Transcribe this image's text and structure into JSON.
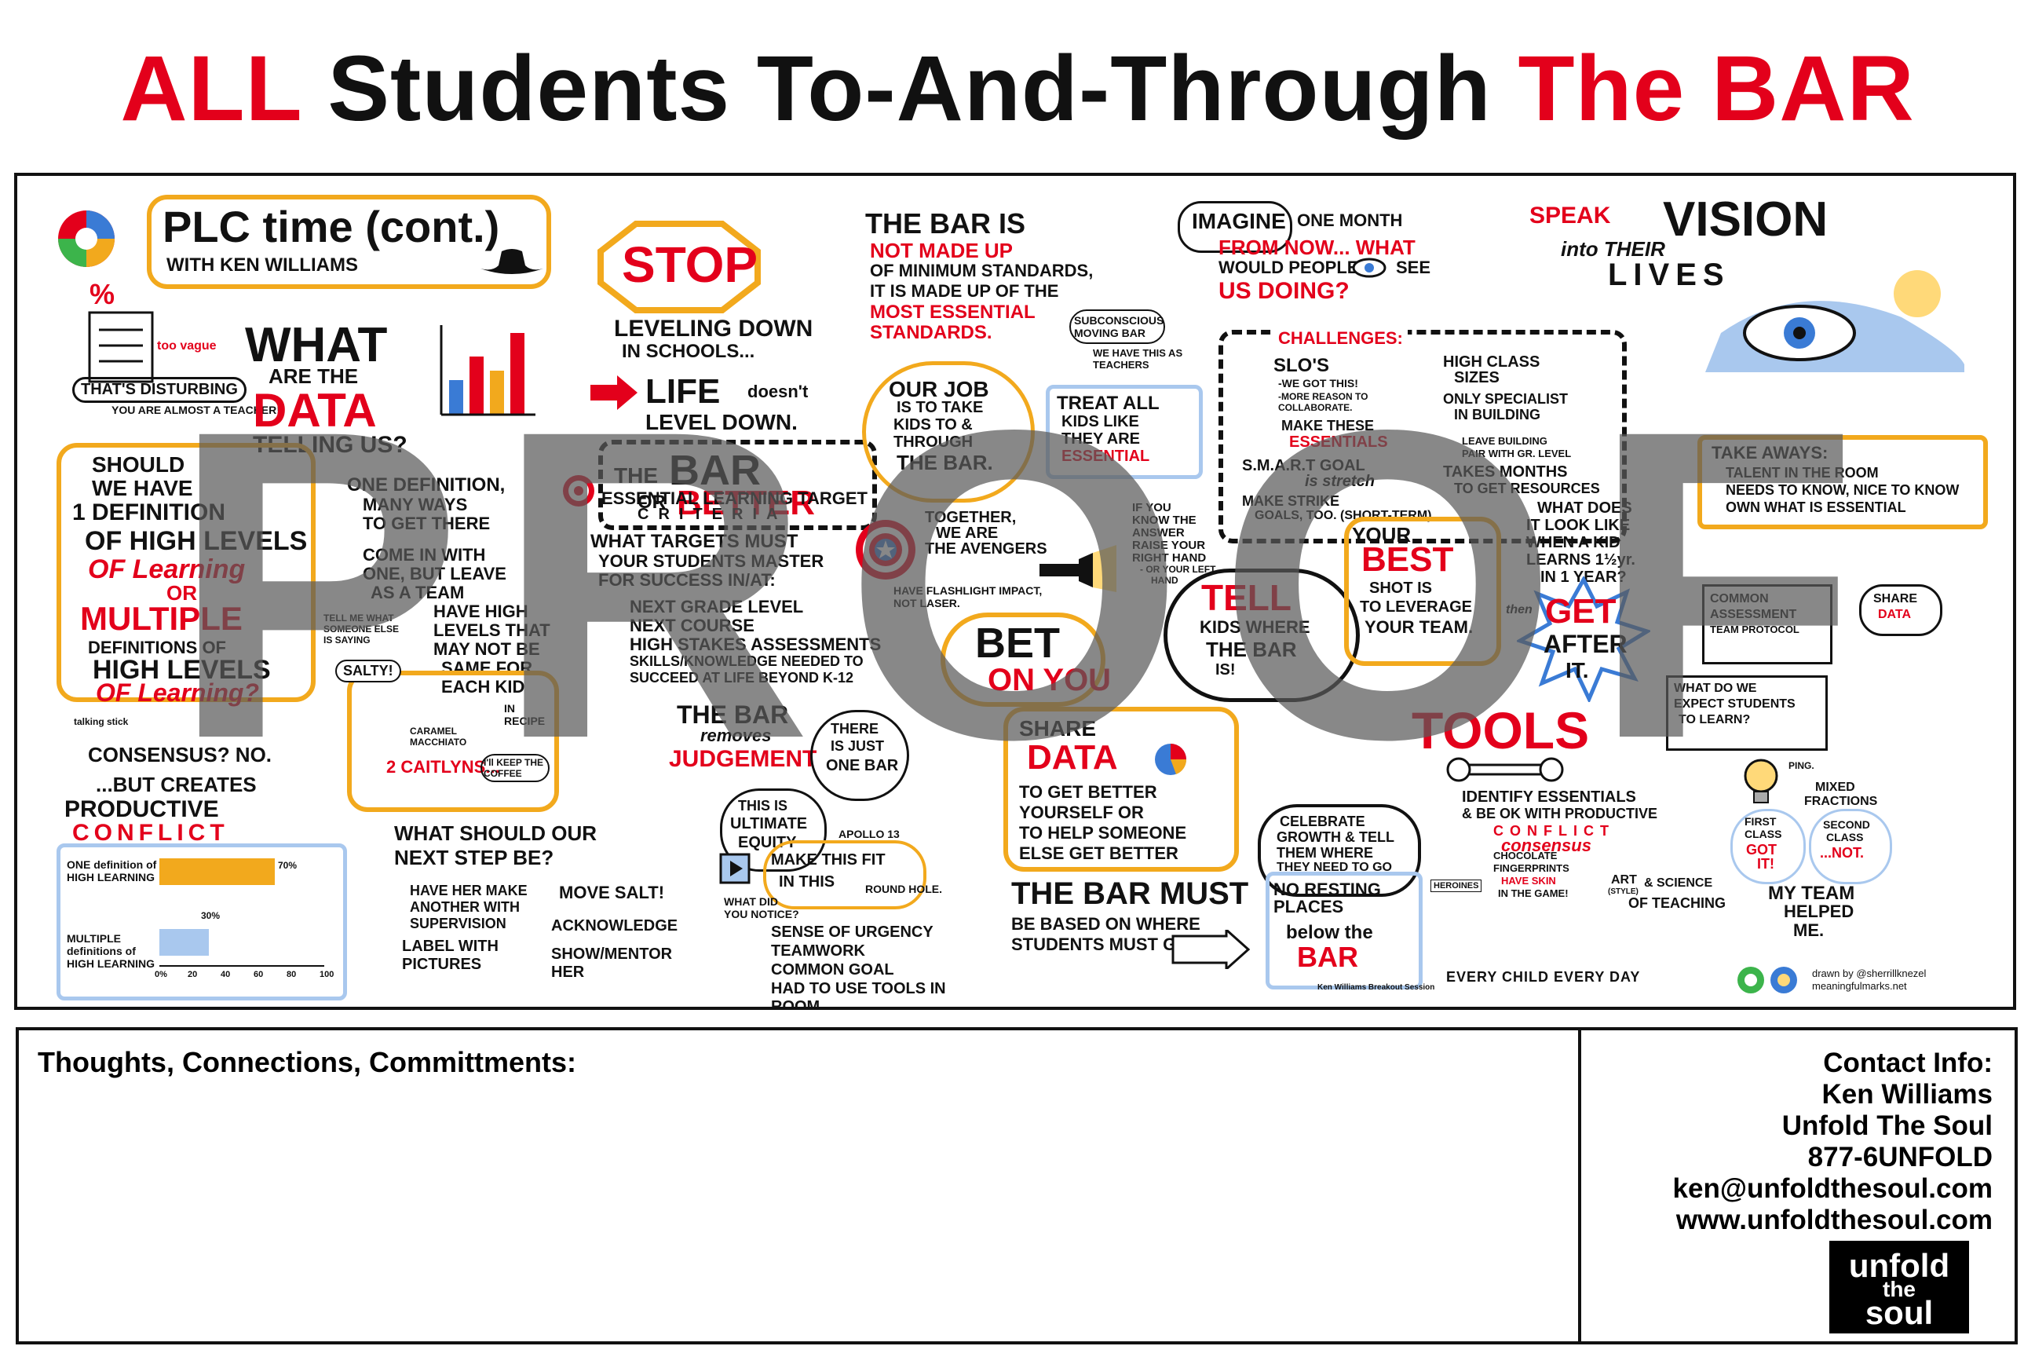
{
  "title": {
    "part1": "ALL",
    "part2": " Students To-And-Through ",
    "part3": "The BAR"
  },
  "poster": {
    "plc_title": "PLC time (cont.)",
    "plc_with": "WITH KEN WILLIAMS",
    "percent": "%",
    "too_vague": "too vague",
    "thats_disturbing": "THAT'S DISTURBING",
    "almost_teacher": "YOU ARE ALMOST A TEACHER!",
    "what_data": [
      "WHAT",
      "ARE THE",
      "DATA",
      "TELLING US?"
    ],
    "should_have": [
      "SHOULD",
      "WE HAVE",
      "1 DEFINITION",
      "OF HIGH LEVELS",
      "OF Learning",
      "OR",
      "MULTIPLE",
      "DEFINITIONS OF",
      "HIGH LEVELS",
      "OF Learning?"
    ],
    "one_definition": [
      "ONE DEFINITION,",
      "MANY WAYS",
      "TO GET THERE"
    ],
    "come_in": [
      "COME IN WITH",
      "ONE, BUT LEAVE",
      "AS A TEAM"
    ],
    "have_high": [
      "HAVE HIGH",
      "LEVELS THAT",
      "MAY NOT BE",
      "SAME FOR",
      "EACH KID"
    ],
    "tell_me": "TELL ME WHAT SOMEONE ELSE IS SAYING",
    "salty": "SALTY!",
    "caramel": "CARAMEL MACCHIATO",
    "in_recipe": "IN RECIPE",
    "two_caitlyns": "2 CAITLYNS...",
    "keep_coffee": "I'll KEEP THE COFFEE",
    "talking_stick": "talking stick",
    "consensus": "CONSENSUS? NO.",
    "but_creates": "...BUT CREATES",
    "productive": "PRODUCTIVE",
    "conflict": "CONFLICT",
    "chart_one": "ONE definition of HIGH LEARNING",
    "chart_multiple": "MULTIPLE definitions of HIGH LEARNING",
    "chart_ticks": [
      "0%",
      "20",
      "40",
      "60",
      "80",
      "100"
    ],
    "what_next": "WHAT SHOULD OUR NEXT STEP BE?",
    "next_steps": [
      "HAVE HER MAKE ANOTHER WITH SUPERVISION",
      "MOVE SALT!",
      "LABEL WITH PICTURES",
      "ACKNOWLEDGE",
      "SHOW/MENTOR HER"
    ],
    "stop": "STOP",
    "leveling": [
      "LEVELING DOWN",
      "IN SCHOOLS..."
    ],
    "life": [
      "LIFE",
      "doesn't",
      "LEVEL DOWN."
    ],
    "bar_or_better": [
      "THE",
      "BAR",
      "OR",
      "BETTER"
    ],
    "elt": [
      "ESSENTIAL LEARNING TARGET",
      "CRITERIA"
    ],
    "what_targets": [
      "WHAT TARGETS MUST",
      "YOUR STUDENTS MASTER",
      "FOR SUCCESS IN/AT:"
    ],
    "targets_list": [
      "NEXT GRADE LEVEL",
      "NEXT COURSE",
      "HIGH STAKES ASSESSMENTS",
      "SKILLS/KNOWLEDGE NEEDED TO SUCCEED AT LIFE BEYOND K-12"
    ],
    "bar_removes": [
      "THE BAR",
      "removes",
      "JUDGEMENT"
    ],
    "one_bar": [
      "THERE",
      "IS JUST",
      "ONE BAR"
    ],
    "ultimate": [
      "THIS IS",
      "ULTIMATE",
      "EQUITY"
    ],
    "apollo": "APOLLO 13",
    "make_fit": [
      "MAKE THIS FIT",
      "IN THIS"
    ],
    "round_hole": "ROUND HOLE.",
    "what_notice": "WHAT DID YOU NOTICE?",
    "notice_list": [
      "SENSE OF URGENCY",
      "TEAMWORK",
      "COMMON GOAL",
      "HAD TO USE TOOLS IN ROOM"
    ],
    "bar_is": [
      "THE BAR IS",
      "NOT MADE UP",
      "OF MINIMUM STANDARDS,",
      "IT IS MADE UP OF THE",
      "MOST ESSENTIAL",
      "STANDARDS."
    ],
    "subconscious": "SUBCONSCIOUS MOVING BAR",
    "we_have_this": "WE HAVE THIS AS TEACHERS",
    "our_job": [
      "OUR JOB",
      "IS TO TAKE",
      "KIDS TO &",
      "THROUGH",
      "THE BAR."
    ],
    "treat_all": [
      "TREAT ALL",
      "KIDS LIKE",
      "THEY ARE",
      "ESSENTIAL"
    ],
    "avengers": [
      "TOGETHER,",
      "WE ARE",
      "THE AVENGERS"
    ],
    "flashlight": "HAVE FLASHLIGHT IMPACT, NOT LASER.",
    "bet": [
      "BET",
      "ON YOU"
    ],
    "if_you_know": [
      "IF YOU",
      "KNOW THE",
      "ANSWER",
      "RAISE YOUR",
      "RIGHT HAND",
      "- OR YOUR LEFT",
      "HAND"
    ],
    "share_data": [
      "SHARE",
      "DATA",
      "TO GET BETTER",
      "YOURSELF OR",
      "TO HELP SOMEONE",
      "ELSE GET BETTER"
    ],
    "bar_must": [
      "THE BAR MUST",
      "BE BASED ON WHERE",
      "STUDENTS MUST GO"
    ],
    "imagine": [
      "IMAGINE",
      "ONE MONTH",
      "FROM NOW... WHAT",
      "WOULD PEOPLE",
      "SEE",
      "US DOING?"
    ],
    "challenges": "CHALLENGES:",
    "ch_left": [
      "SLO'S",
      "-WE GOT THIS!",
      "-MORE REASON TO COLLABORATE.",
      "MAKE THESE",
      "ESSENTIALS",
      "S.M.A.R.T GOAL",
      "is stretch",
      "MAKE STRIKE",
      "GOALS, TOO. (SHORT-TERM)"
    ],
    "ch_right": [
      "HIGH CLASS",
      "SIZES",
      "ONLY SPECIALIST",
      "IN BUILDING",
      "LEAVE BUILDING",
      "PAIR WITH GR. LEVEL",
      "TAKES MONTHS",
      "TO GET RESOURCES"
    ],
    "tell_kids": [
      "TELL",
      "KIDS WHERE",
      "THE BAR",
      "IS!"
    ],
    "your_best": [
      "YOUR",
      "BEST",
      "SHOT IS",
      "TO LEVERAGE",
      "YOUR TEAM."
    ],
    "what_does": [
      "WHAT DOES",
      "IT LOOK LIKE",
      "WHEN A KID",
      "LEARNS 1½yr.",
      "IN 1 YEAR?"
    ],
    "then_get": [
      "then",
      "GET",
      "AFTER",
      "IT."
    ],
    "tools": "TOOLS",
    "identify": [
      "IDENTIFY ESSENTIALS",
      "& BE OK WITH PRODUCTIVE",
      "CONFLICT",
      "consensus"
    ],
    "celebrate": [
      "CELEBRATE",
      "GROWTH & TELL",
      "THEM WHERE",
      "THEY NEED TO GO"
    ],
    "no_resting": [
      "NO RESTING",
      "PLACES",
      "below the",
      "BAR"
    ],
    "chocolate": [
      "CHOCOLATE",
      "FINGERPRINTS",
      "HAVE SKIN",
      "IN THE GAME!"
    ],
    "heroines": "HEROINES",
    "art_science": [
      "ART",
      "(STYLE)",
      "& SCIENCE",
      "OF TEACHING"
    ],
    "every_child": "EVERY CHILD EVERY DAY",
    "ken_session": "Ken Williams Breakout Session",
    "speak_vision": [
      "SPEAK",
      "VISION",
      "into THEIR",
      "LIVES"
    ],
    "takeaways": [
      "TAKE AWAYS:",
      "TALENT IN THE ROOM",
      "NEEDS TO KNOW, NICE TO KNOW",
      "OWN WHAT IS ESSENTIAL"
    ],
    "common_assess": [
      "COMMON",
      "ASSESSMENT",
      "TEAM PROTOCOL"
    ],
    "share_data_small": [
      "SHARE",
      "DATA"
    ],
    "what_do_we": [
      "WHAT DO WE",
      "EXPECT STUDENTS",
      "TO LEARN?"
    ],
    "ping": "PING.",
    "mixed": [
      "MIXED",
      "FRACTIONS"
    ],
    "first_class": [
      "FIRST",
      "CLASS",
      "GOT",
      "IT!"
    ],
    "second_class": [
      "SECOND",
      "CLASS",
      "...NOT."
    ],
    "my_team": [
      "MY TEAM",
      "HELPED",
      "ME."
    ],
    "drawn_by": [
      "drawn by @sherrillknezel",
      "meaningfulmarks.net"
    ],
    "proof": "PROOF"
  },
  "thoughts_label": "Thoughts, Connections, Committments:",
  "contact": {
    "heading": "Contact Info:",
    "lines": [
      "Ken Williams",
      "Unfold The Soul",
      "877-6UNFOLD",
      "ken@unfoldthesoul.com",
      "www.unfoldthesoul.com"
    ]
  },
  "logo": [
    "unfold",
    "the",
    "soul"
  ],
  "chart_data": {
    "type": "bar",
    "categories": [
      "ONE definition of HIGH LEARNING",
      "MULTIPLE definitions of HIGH LEARNING"
    ],
    "values": [
      70,
      30
    ],
    "value_labels": [
      "70%",
      "30%"
    ],
    "xlim": [
      0,
      100
    ]
  },
  "colors": {
    "red": "#e3001b",
    "orange": "#f2a91d",
    "blue": "#a9c8ee",
    "black": "#111111"
  }
}
